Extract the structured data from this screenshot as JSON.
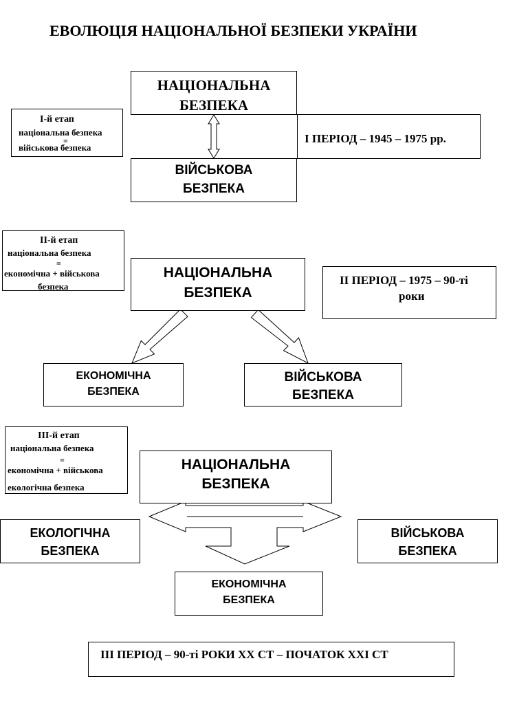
{
  "title": "ЕВОЛЮЦІЯ НАЦІОНАЛЬНОЇ БЕЗПЕКИ УКРАЇНИ",
  "period1": {
    "national_l1": "НАЦІОНАЛЬНА",
    "national_l2": "БЕЗПЕКА",
    "military_l1": "ВІЙСЬКОВА",
    "military_l2": "БЕЗПЕКА",
    "period_label": "І ПЕРІОД – 1945 – 1975 рр.",
    "stage": {
      "l1": "І-й етап",
      "l2": "національна безпека",
      "l3": "=",
      "l4": "військова безпека"
    }
  },
  "period2": {
    "national_l1": "НАЦІОНАЛЬНА",
    "national_l2": "БЕЗПЕКА",
    "economic_l1": "ЕКОНОМІЧНА",
    "economic_l2": "БЕЗПЕКА",
    "military_l1": "ВІЙСЬКОВА",
    "military_l2": "БЕЗПЕКА",
    "period_l1": "ІІ ПЕРІОД – 1975 – 90-ті",
    "period_l2": "роки",
    "stage": {
      "l1": "ІІ-й етап",
      "l2": "національна безпека",
      "l3": "=",
      "l4": "економічна + військова",
      "l5": "безпека"
    }
  },
  "period3": {
    "national_l1": "НАЦІОНАЛЬНА",
    "national_l2": "БЕЗПЕКА",
    "ecological_l1": "ЕКОЛОГІЧНА",
    "ecological_l2": "БЕЗПЕКА",
    "military_l1": "ВІЙСЬКОВА",
    "military_l2": "БЕЗПЕКА",
    "economic_l1": "ЕКОНОМІЧНА",
    "economic_l2": "БЕЗПЕКА",
    "period_label": "ІІІ ПЕРІОД – 90-ті РОКИ ХХ СТ – ПОЧАТОК ХХІ СТ",
    "stage": {
      "l1": "ІІІ-й етап",
      "l2": "національна безпека",
      "l3": "=",
      "l4": "економічна + військова",
      "l5": "екологічна безпека"
    }
  }
}
